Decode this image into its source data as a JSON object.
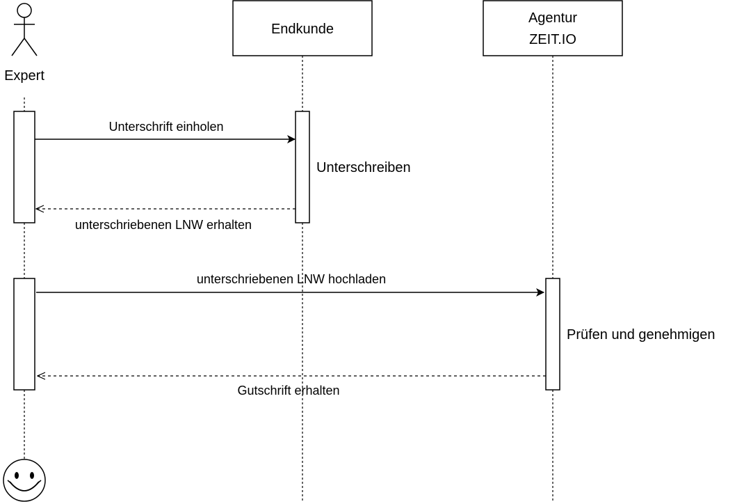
{
  "participants": {
    "expert": {
      "label": "Expert"
    },
    "endkunde": {
      "label": "Endkunde"
    },
    "agentur": {
      "label_line1": "Agentur",
      "label_line2": "ZEIT.IO"
    }
  },
  "messages": [
    {
      "from": "expert",
      "to": "endkunde",
      "label": "Unterschrift einholen",
      "style": "solid"
    },
    {
      "from": "endkunde",
      "to": "expert",
      "label": "unterschriebenen LNW erhalten",
      "style": "dashed"
    },
    {
      "from": "expert",
      "to": "agentur",
      "label": "unterschriebenen LNW hochladen",
      "style": "solid"
    },
    {
      "from": "agentur",
      "to": "expert",
      "label": "Gutschrift erhalten",
      "style": "dashed"
    }
  ],
  "activity_notes": {
    "endkunde": "Unterschreiben",
    "agentur": "Prüfen und genehmigen"
  },
  "icons": {
    "actor": "stick-figure-icon",
    "end_state": "smiley-face-icon"
  },
  "colors": {
    "stroke": "#000000",
    "fill": "#ffffff"
  }
}
